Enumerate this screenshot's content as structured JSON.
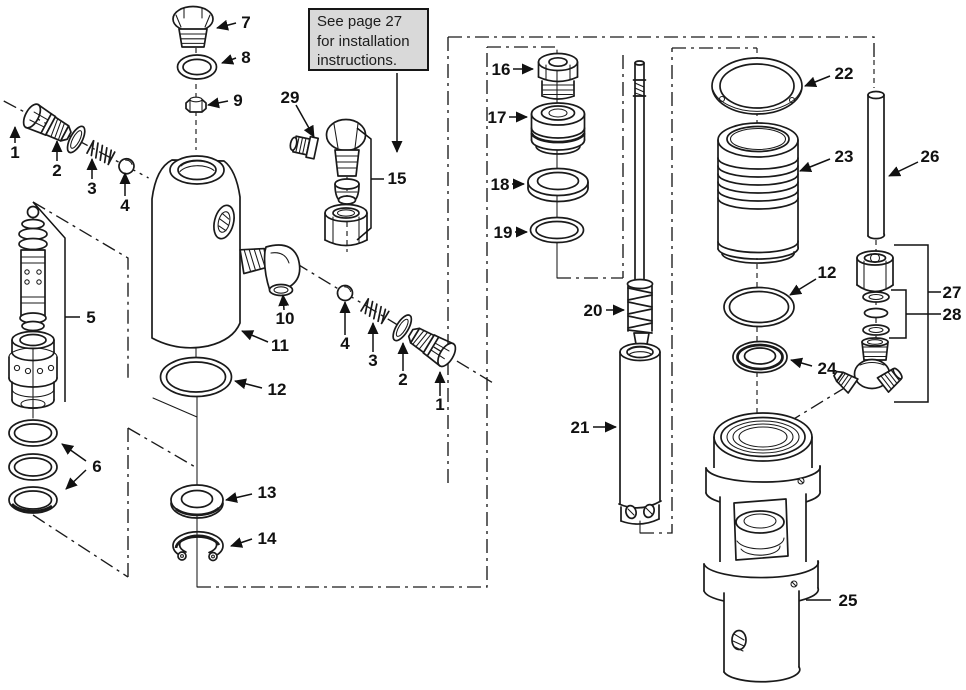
{
  "note": {
    "lines": [
      "See page 27",
      "for installation",
      "instructions."
    ]
  },
  "callouts": {
    "c1a": "1",
    "c2a": "2",
    "c3a": "3",
    "c4a": "4",
    "c5": "5",
    "c6": "6",
    "c7": "7",
    "c8": "8",
    "c9": "9",
    "c10": "10",
    "c11": "11",
    "c12a": "12",
    "c13": "13",
    "c14": "14",
    "c15": "15",
    "c16": "16",
    "c17": "17",
    "c18": "18",
    "c19": "19",
    "c20": "20",
    "c21": "21",
    "c22": "22",
    "c23": "23",
    "c12b": "12",
    "c24": "24",
    "c25": "25",
    "c26": "26",
    "c27": "27",
    "c28": "28",
    "c29": "29",
    "c4b": "4",
    "c3b": "3",
    "c2b": "2",
    "c1b": "1"
  },
  "colors": {
    "background": "#ffffff",
    "line": "#1a1a1a",
    "text": "#111111",
    "note_background": "#d9d9d9",
    "note_border": "#161616"
  }
}
